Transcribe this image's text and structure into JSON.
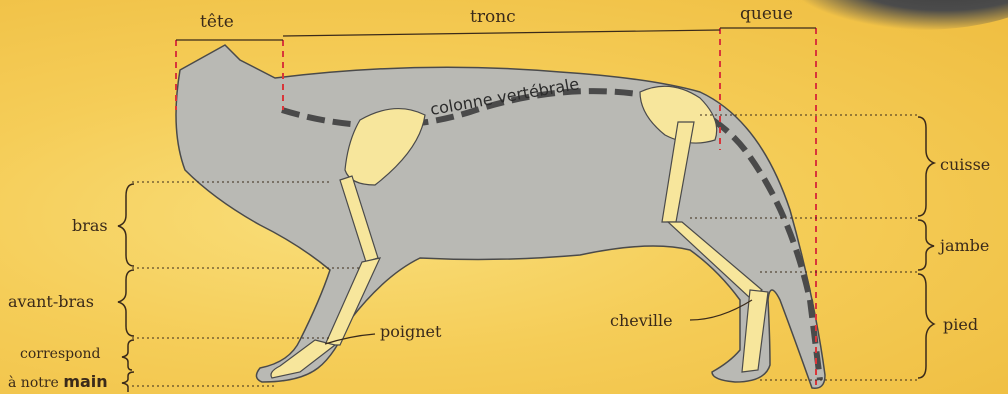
{
  "labels": {
    "head": "tête",
    "trunk": "tronc",
    "tail": "queue",
    "spine": "colonne vertébrale",
    "arm": "bras",
    "forearm": "avant-bras",
    "corresponds_line1": "correspond",
    "corresponds_line2_prefix": "à notre",
    "corresponds_line2_main": "main",
    "wrist": "poignet",
    "ankle": "cheville",
    "thigh": "cuisse",
    "leg": "jambe",
    "foot": "pied"
  },
  "colors": {
    "background": "#f5cd58",
    "body": "#b9b9b4",
    "bone": "#f7e69c",
    "spine_dash": "#4a4a4a",
    "guide_red": "#d9363a",
    "text": "#3a2a1a"
  }
}
